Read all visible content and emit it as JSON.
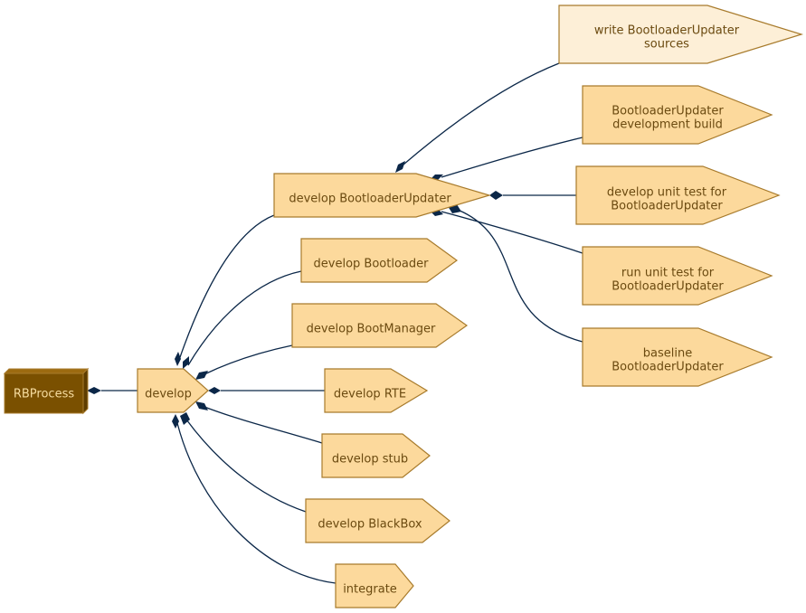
{
  "diagram": {
    "root": {
      "id": "rbprocess",
      "label": "RBProcess"
    },
    "nodes": [
      {
        "id": "develop",
        "lines": [
          "develop"
        ]
      },
      {
        "id": "dev-bu",
        "lines": [
          "develop BootloaderUpdater"
        ]
      },
      {
        "id": "dev-bootloader",
        "lines": [
          "develop Bootloader"
        ]
      },
      {
        "id": "dev-bootmanager",
        "lines": [
          "develop BootManager"
        ]
      },
      {
        "id": "dev-rte",
        "lines": [
          "develop RTE"
        ]
      },
      {
        "id": "dev-stub",
        "lines": [
          "develop stub"
        ]
      },
      {
        "id": "dev-blackbox",
        "lines": [
          "develop BlackBox"
        ]
      },
      {
        "id": "integrate",
        "lines": [
          "integrate"
        ]
      },
      {
        "id": "write-src",
        "lines": [
          "write BootloaderUpdater",
          "sources"
        ]
      },
      {
        "id": "dev-build",
        "lines": [
          "BootloaderUpdater",
          "development build"
        ]
      },
      {
        "id": "dev-unit-test",
        "lines": [
          "develop unit test for",
          "BootloaderUpdater"
        ]
      },
      {
        "id": "run-unit-test",
        "lines": [
          "run unit test for",
          "BootloaderUpdater"
        ]
      },
      {
        "id": "baseline",
        "lines": [
          "baseline",
          "BootloaderUpdater"
        ]
      }
    ],
    "edges": [
      {
        "from": "rbprocess",
        "to": "develop"
      },
      {
        "from": "develop",
        "to": "dev-bu"
      },
      {
        "from": "develop",
        "to": "dev-bootloader"
      },
      {
        "from": "develop",
        "to": "dev-bootmanager"
      },
      {
        "from": "develop",
        "to": "dev-rte"
      },
      {
        "from": "develop",
        "to": "dev-stub"
      },
      {
        "from": "develop",
        "to": "dev-blackbox"
      },
      {
        "from": "develop",
        "to": "integrate"
      },
      {
        "from": "dev-bu",
        "to": "write-src"
      },
      {
        "from": "dev-bu",
        "to": "dev-build"
      },
      {
        "from": "dev-bu",
        "to": "dev-unit-test"
      },
      {
        "from": "dev-bu",
        "to": "run-unit-test"
      },
      {
        "from": "dev-bu",
        "to": "baseline"
      }
    ],
    "colors": {
      "root_fill": "#7a5000",
      "root_text": "#f6dca0",
      "node_fill": "#fcd99c",
      "node_light_fill": "#fdefd7",
      "node_stroke": "#a87b2c",
      "node_text": "#6b4a10",
      "edge": "#0b2748"
    }
  }
}
